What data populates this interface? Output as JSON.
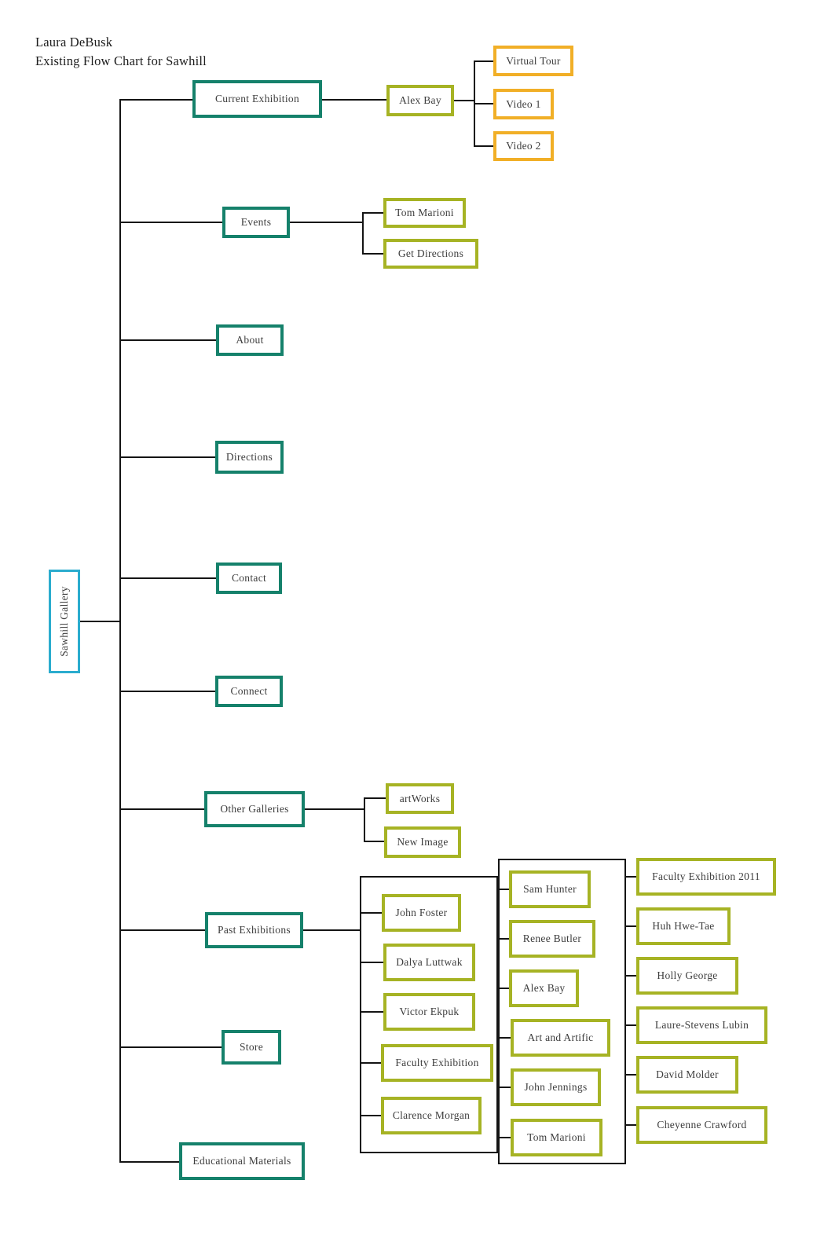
{
  "header": {
    "author": "Laura DeBusk",
    "subtitle": "Existing Flow Chart for Sawhill"
  },
  "colors": {
    "teal": "#15816B",
    "olive": "#A6B324",
    "orange": "#F1AF27",
    "cyan": "#2BACCE",
    "line": "#141414",
    "text": "#3D3D3D"
  },
  "diagram": {
    "root": {
      "label": "Sawhill Gallery"
    },
    "branches": [
      {
        "label": "Current Exhibition",
        "children": [
          {
            "label": "Alex Bay",
            "children": [
              {
                "label": "Virtual Tour"
              },
              {
                "label": "Video 1"
              },
              {
                "label": "Video 2"
              }
            ]
          }
        ]
      },
      {
        "label": "Events",
        "children": [
          {
            "label": "Tom Marioni"
          },
          {
            "label": "Get Directions"
          }
        ]
      },
      {
        "label": "About"
      },
      {
        "label": "Directions"
      },
      {
        "label": "Contact"
      },
      {
        "label": "Connect"
      },
      {
        "label": "Other Galleries",
        "children": [
          {
            "label": "artWorks"
          },
          {
            "label": "New Image"
          }
        ]
      },
      {
        "label": "Past Exhibitions",
        "columns": [
          {
            "items": [
              {
                "label": "John Foster"
              },
              {
                "label": "Dalya Luttwak"
              },
              {
                "label": "Victor Ekpuk"
              },
              {
                "label": "Faculty Exhibition"
              },
              {
                "label": "Clarence Morgan"
              }
            ]
          },
          {
            "items": [
              {
                "label": "Sam Hunter"
              },
              {
                "label": "Renee Butler"
              },
              {
                "label": "Alex Bay"
              },
              {
                "label": "Art and Artific"
              },
              {
                "label": "John Jennings"
              },
              {
                "label": "Tom Marioni"
              }
            ]
          },
          {
            "items": [
              {
                "label": "Faculty Exhibition 2011"
              },
              {
                "label": "Huh Hwe-Tae"
              },
              {
                "label": "Holly George"
              },
              {
                "label": "Laure-Stevens Lubin"
              },
              {
                "label": "David Molder"
              },
              {
                "label": "Cheyenne Crawford"
              }
            ]
          }
        ]
      },
      {
        "label": "Store"
      },
      {
        "label": "Educational Materials"
      }
    ]
  }
}
